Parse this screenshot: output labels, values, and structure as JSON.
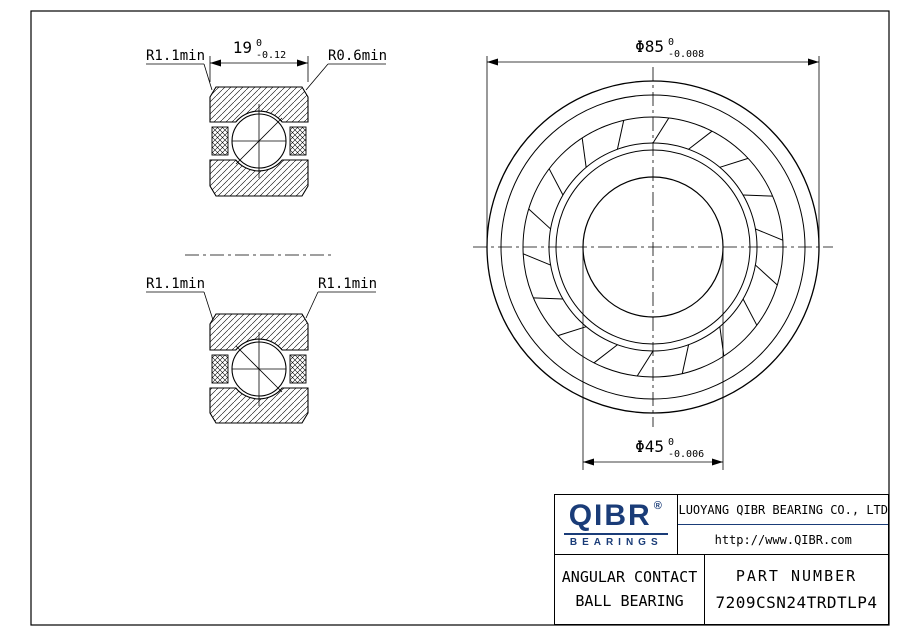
{
  "drawing": {
    "section_view": {
      "label_top_left": "R1.1min",
      "label_top_right": "R0.6min",
      "label_mid_left": "R1.1min",
      "label_mid_right": "R1.1min",
      "width_dim": {
        "value": "19",
        "tol_upper": "0",
        "tol_lower": "-0.12"
      }
    },
    "front_view": {
      "outer_dia_dim": {
        "value": "Φ85",
        "tol_upper": "0",
        "tol_lower": "-0.008"
      },
      "bore_dia_dim": {
        "value": "Φ45",
        "tol_upper": "0",
        "tol_lower": "-0.006"
      }
    }
  },
  "title_block": {
    "logo": {
      "brand": "QIBR",
      "registered": "®",
      "subtitle": "BEARINGS"
    },
    "company_name": "LUOYANG QIBR BEARING CO., LTD",
    "website": "http://www.QIBR.com",
    "product": {
      "line1": "ANGULAR CONTACT",
      "line2": "BALL BEARING"
    },
    "part_number_label": "PART NUMBER",
    "part_number": "7209CSN24TRDTLP4"
  },
  "colors": {
    "line": "#000000",
    "brand_navy": "#1a3c78",
    "background": "#ffffff"
  }
}
